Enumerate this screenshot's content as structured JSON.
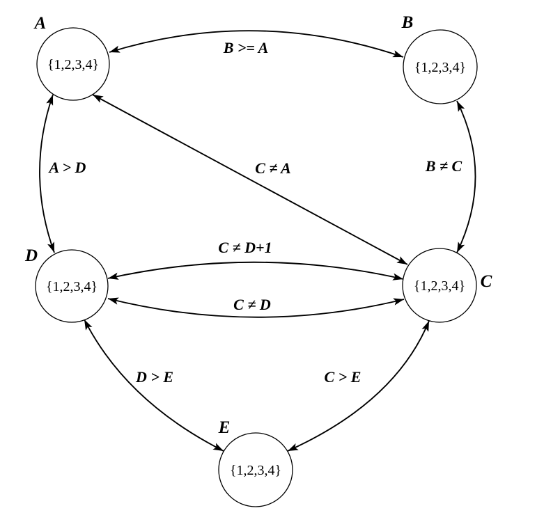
{
  "diagram": {
    "type": "constraint-graph",
    "colors": {
      "ink": "#000000",
      "background": "#ffffff"
    },
    "nodes": [
      {
        "id": "A",
        "label": "A",
        "domain": "{1,2,3,4}"
      },
      {
        "id": "B",
        "label": "B",
        "domain": "{1,2,3,4}"
      },
      {
        "id": "C",
        "label": "C",
        "domain": "{1,2,3,4}"
      },
      {
        "id": "D",
        "label": "D",
        "domain": "{1,2,3,4}"
      },
      {
        "id": "E",
        "label": "E",
        "domain": "{1,2,3,4}"
      }
    ],
    "edges": [
      {
        "from": "A",
        "to": "B",
        "label": "B >= A",
        "bidirectional": true
      },
      {
        "from": "A",
        "to": "D",
        "label": "A > D",
        "bidirectional": true
      },
      {
        "from": "A",
        "to": "C",
        "label": "C ≠ A",
        "bidirectional": true
      },
      {
        "from": "B",
        "to": "C",
        "label": "B ≠ C",
        "bidirectional": true
      },
      {
        "from": "D",
        "to": "C",
        "label": "C ≠ D+1",
        "bidirectional": true
      },
      {
        "from": "D",
        "to": "C",
        "label": "C ≠ D",
        "bidirectional": true
      },
      {
        "from": "D",
        "to": "E",
        "label": "D > E",
        "bidirectional": true
      },
      {
        "from": "C",
        "to": "E",
        "label": "C > E",
        "bidirectional": true
      }
    ]
  }
}
